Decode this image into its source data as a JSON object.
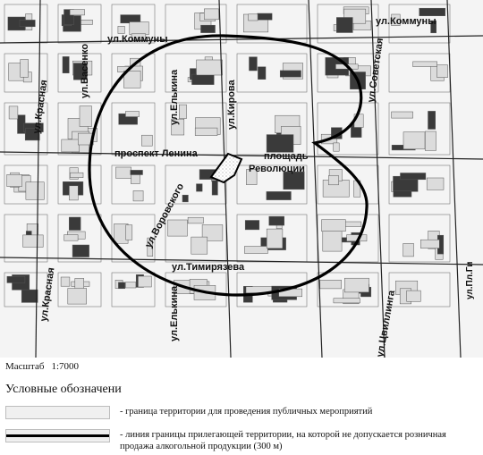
{
  "map": {
    "streets": {
      "kommuny_left": "ул.Коммуны",
      "kommuny_right": "ул.Коммуны",
      "vasenko": "ул.Васенко",
      "krasnaya_top": "ул.Красная",
      "krasnaya_bottom": "ул.Красная",
      "elkina_top": "ул.Елькина",
      "elkina_bottom": "ул.Елькина",
      "kirova": "ул.Кирова",
      "sovetskaya": "ул.Советская",
      "lenina": "проспект Ленина",
      "ploshchad_1": "площадь",
      "ploshchad_2": "Революции",
      "vorovskogo": "ул.Воровского",
      "timiryazeva": "ул.Тимирязева",
      "tsvillinga": "ул.Цвиллинга",
      "right_edge": "ул.Пл.Ги"
    }
  },
  "scale": {
    "label": "Масштаб",
    "value": "1:7000"
  },
  "legend": {
    "title": "Условные обозначени",
    "items": [
      {
        "text": "- граница территории для проведения публичных мероприятий"
      },
      {
        "text": "- линия границы прилегающей территории, на которой не допускается розничная продажа алкогольной продукции (300 м)"
      }
    ]
  }
}
